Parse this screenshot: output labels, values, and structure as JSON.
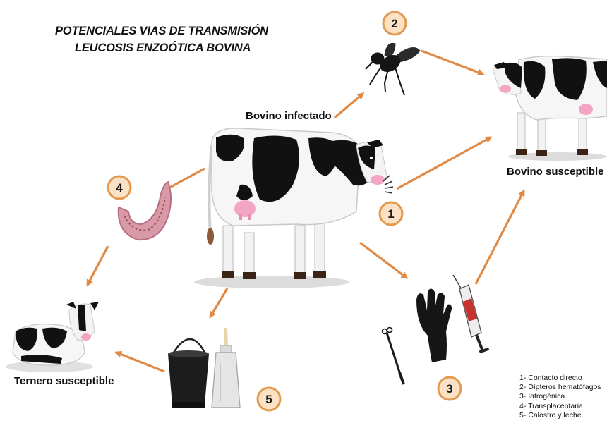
{
  "title": {
    "line1": "POTENCIALES VIAS DE TRANSMISIÓN",
    "line2": "LEUCOSIS ENZOÓTICA BOVINA"
  },
  "labels": {
    "infected": "Bovino infectado",
    "susceptible": "Bovino susceptible",
    "calf": "Ternero susceptible"
  },
  "badges": [
    "1",
    "2",
    "3",
    "4",
    "5"
  ],
  "legend": [
    "1- Contacto directo",
    "2- Dípteros hematófagos",
    "3- Iatrogénica",
    "4- Transplacentaria",
    "5- Calostro y leche"
  ],
  "colors": {
    "arrow": "#e08a45",
    "badge_fill": "#fbe2c6",
    "badge_stroke": "#e39a4e",
    "cow_spot": "#111111",
    "udder": "#f2a6c3"
  }
}
